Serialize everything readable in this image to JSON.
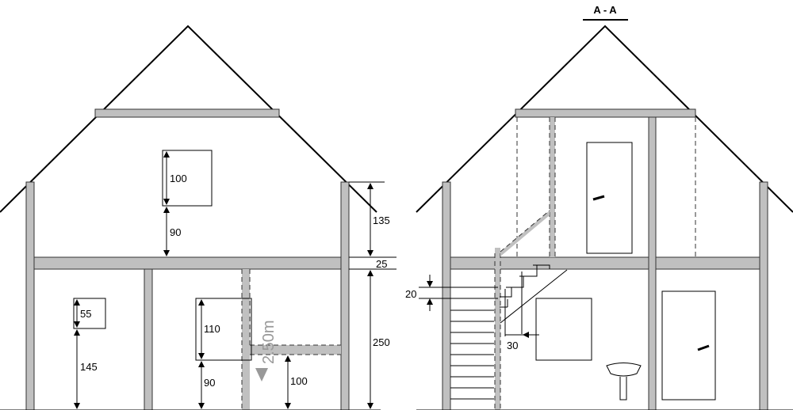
{
  "section_title": "A - A",
  "left_elevation": {
    "dimensions": {
      "upper_window_height": "100",
      "upper_window_sill": "90",
      "knee_wall": "135",
      "floor_slab": "25",
      "storey_height": "250",
      "small_window_height": "55",
      "small_window_sill": "145",
      "window_height": "110",
      "window_sill": "90",
      "duct_height": "100"
    },
    "duct_label": "2.50m"
  },
  "section": {
    "dimensions": {
      "riser": "20",
      "tread": "30"
    }
  },
  "colors": {
    "wall_fill": "#c0c0c0",
    "line": "#000000",
    "annotation": "#999999"
  }
}
